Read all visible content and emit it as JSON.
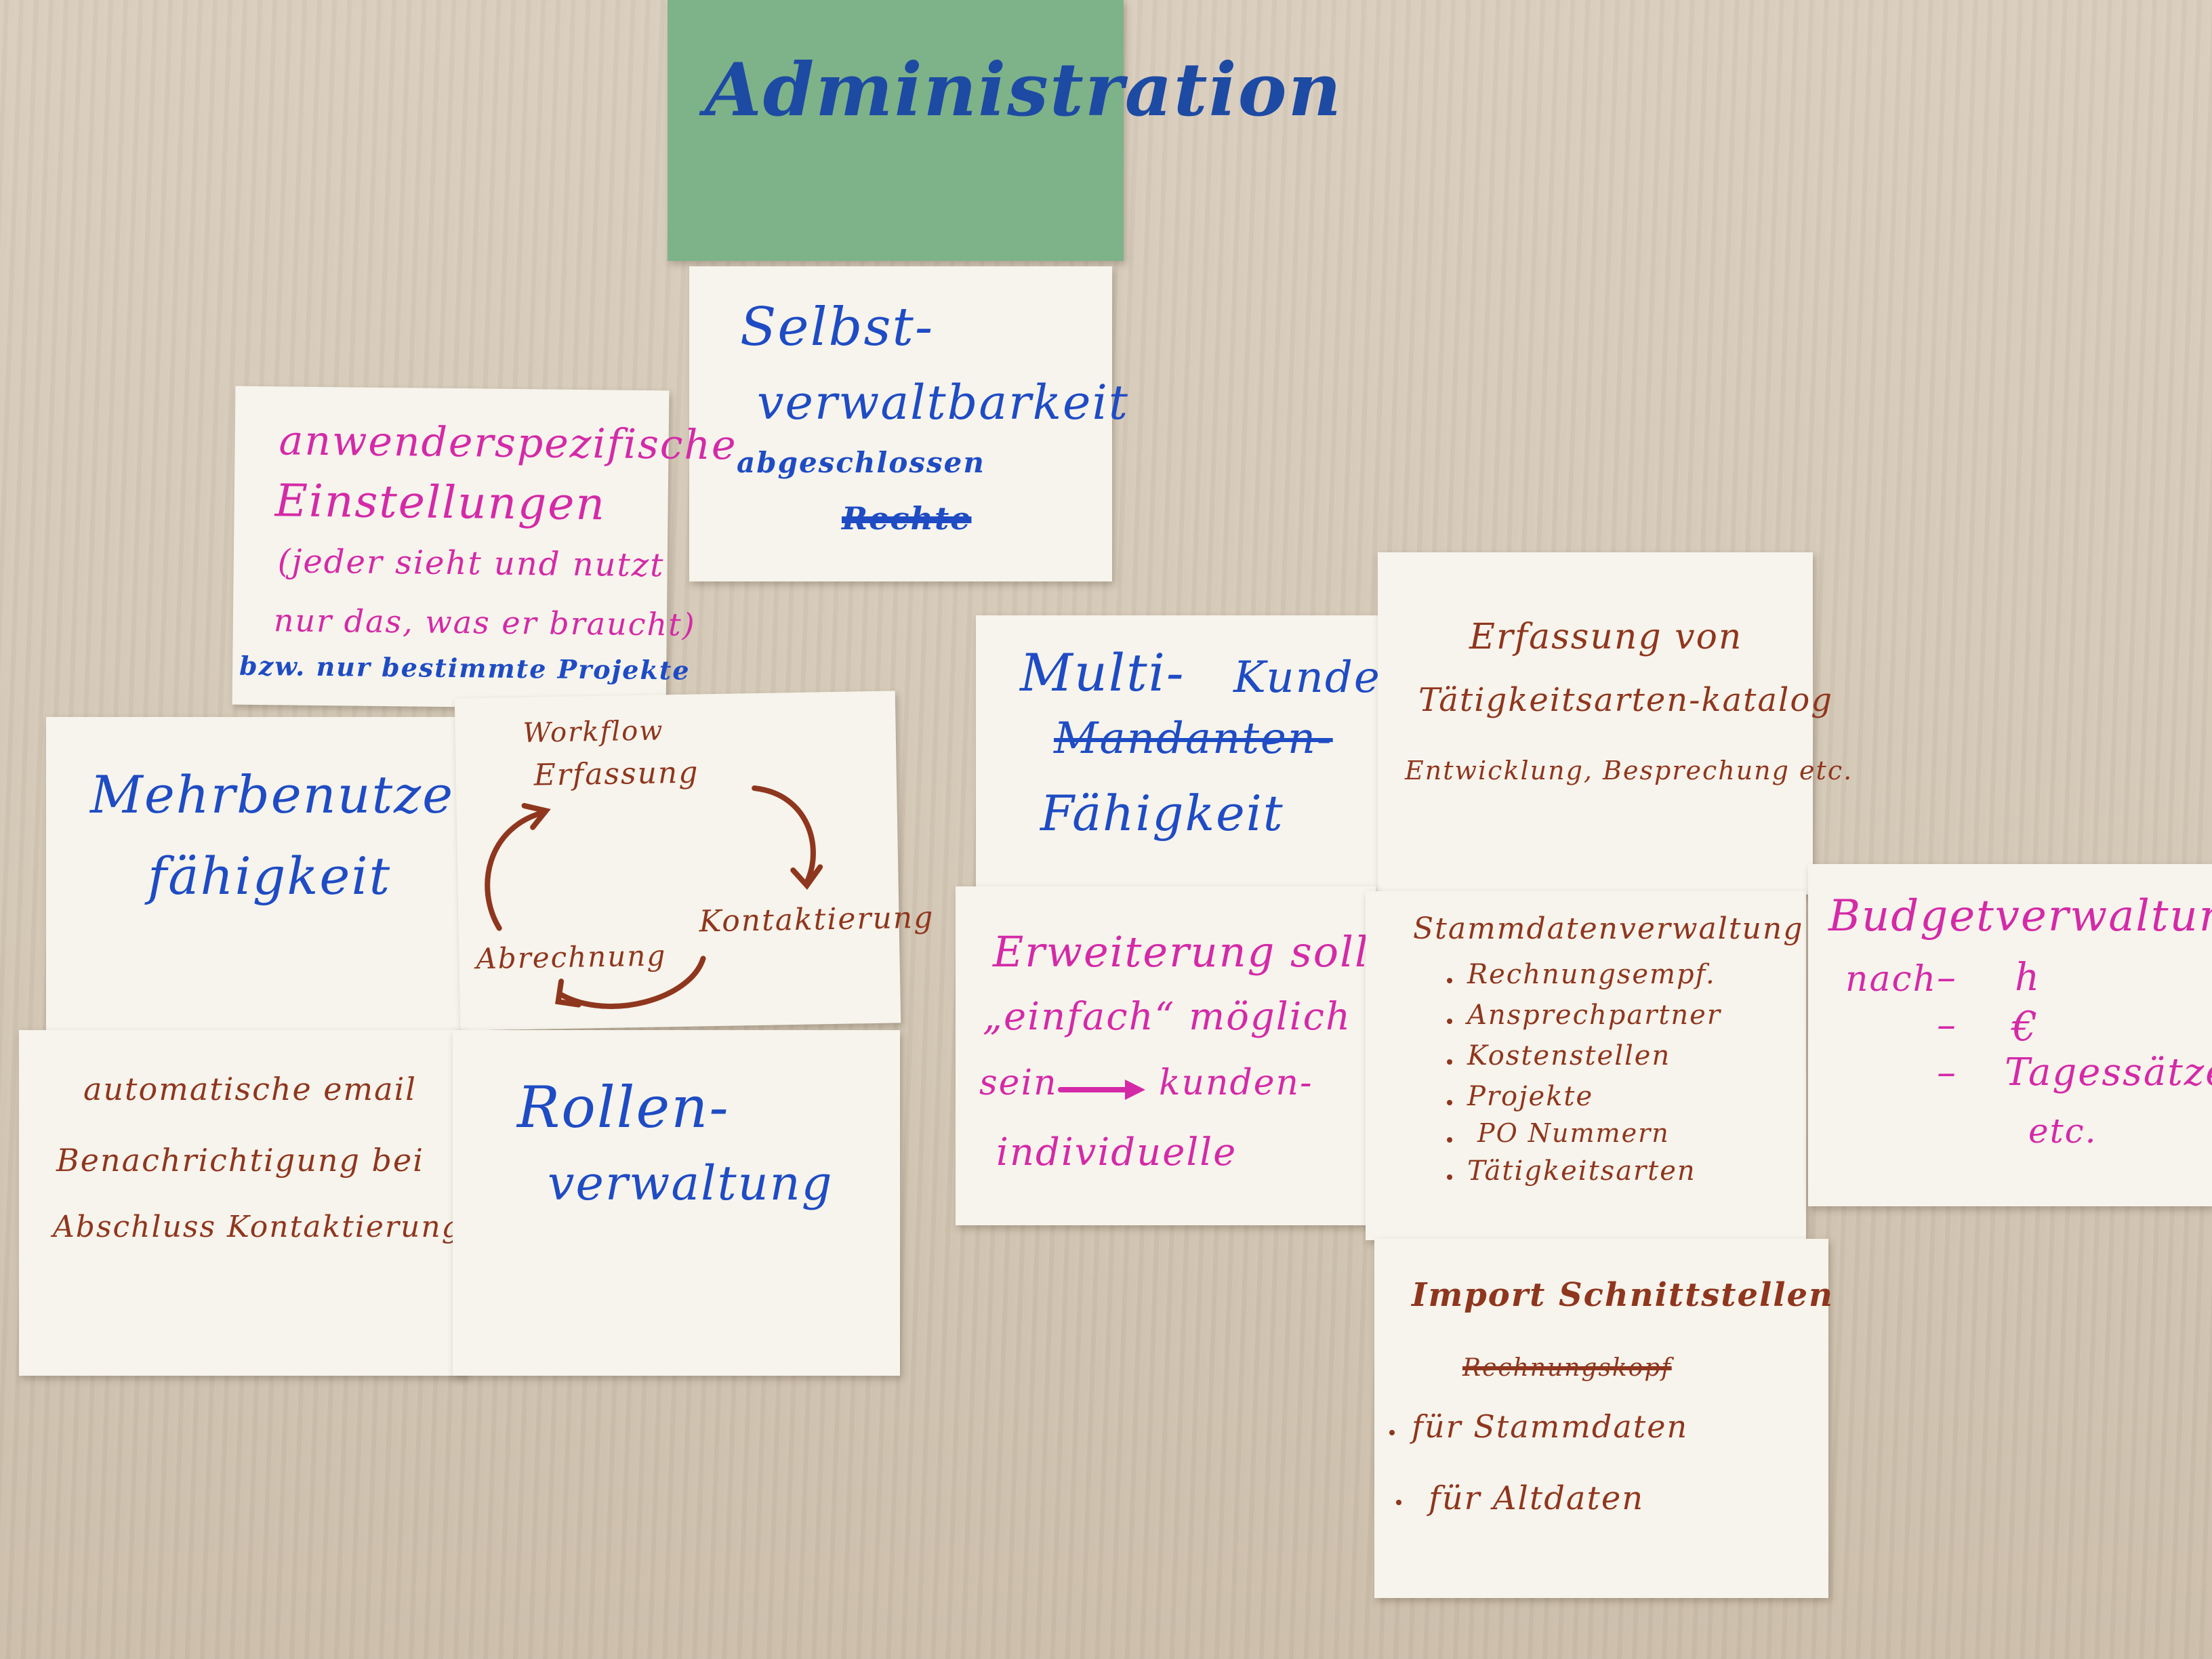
{
  "title": "Administration",
  "cards": {
    "selbstverwaltbarkeit": {
      "line1": "Selbst-",
      "line2": "verwaltbarkeit",
      "line3": "abgeschlossen",
      "line4": "Rechte"
    },
    "anwenderspezifisch": {
      "line1": "anwenderspezifische",
      "line2": "Einstellungen",
      "line3": "(jeder sieht und nutzt",
      "line4": "nur das, was er braucht)",
      "line5": "bzw. nur bestimmte Projekte"
    },
    "mehrbenutzer": {
      "line1": "Mehrbenutzer-",
      "line2": "fähigkeit"
    },
    "workflow": {
      "top1": "Workflow",
      "top2": "Erfassung",
      "right": "Kontaktierung",
      "left": "Abrechnung"
    },
    "benachrichtigung": {
      "line1": "automatische email",
      "line2": "Benachrichtigung bei",
      "line3": "Abschluss Kontaktierung"
    },
    "rollen": {
      "line1": "Rollen-",
      "line2": "verwaltung"
    },
    "multi": {
      "line1": "Multi-",
      "line1b": "Kunden",
      "line2": "Mandanten-",
      "line3": "Fähigkeit"
    },
    "taetigkeiten": {
      "line1": "Erfassung von",
      "line2": "Tätigkeitsarten-katalog",
      "line3": "Entwicklung, Besprechung etc."
    },
    "erweiterung": {
      "line1": "Erweiterung soll",
      "line2": "„einfach“ möglich",
      "line3a": "sein",
      "line3b": "kunden-",
      "line4": "individuelle"
    },
    "stammdaten": {
      "title": "Stammdatenverwaltung",
      "items": [
        "Rechnungsempf.",
        "Ansprechpartner",
        "Kostenstellen",
        "Projekte",
        "PO Nummern",
        "Tätigkeitsarten"
      ]
    },
    "budget": {
      "title": "Budgetverwaltung",
      "prefix": "nach",
      "items": [
        "h",
        "€",
        "Tagessätzen"
      ],
      "etc": "etc."
    },
    "import": {
      "title": "Import Schnittstellen",
      "struck": "Rechnungskopf",
      "items": [
        "für Stammdaten",
        "für Altdaten"
      ]
    }
  },
  "colors": {
    "blue_ink": "#1f4cc4",
    "brown_ink": "#8f361e",
    "pink_ink": "#d42aa8",
    "green_card": "#7eb289",
    "white_card": "#f6f4ec"
  }
}
